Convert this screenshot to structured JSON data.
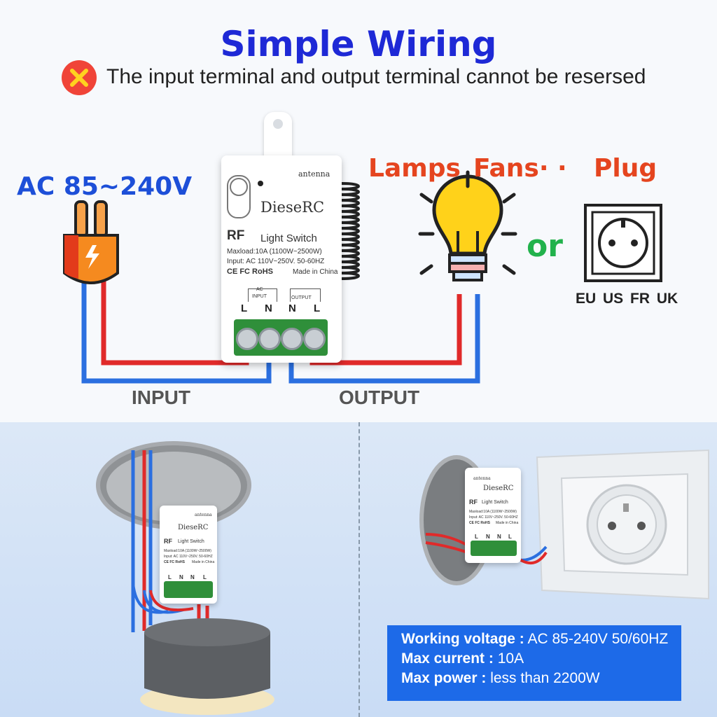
{
  "header": {
    "title": "Simple Wiring",
    "warning": "The input terminal and output terminal cannot be resersed",
    "warning_icon": "cross-icon"
  },
  "power_source": {
    "label": "AC 85~240V",
    "icon": "plug-icon"
  },
  "loads": {
    "lamps": "Lamps",
    "fans": "Fans· ·",
    "plug": "Plug",
    "or": "or",
    "regions": "EU US FR UK"
  },
  "device": {
    "brand": "DieseRC",
    "antenna": "antenna",
    "rf": "RF",
    "type": "Light Switch",
    "maxload": "Maxload:10A (1100W~2500W)",
    "input_spec": "Input: AC 110V~250V. 50-60HZ",
    "certs": "CE FC RoHS",
    "made_in": "Made in China",
    "input_label": "INPUT",
    "ac_label": "AC",
    "output_label": "OUTPUT",
    "terminals": [
      "L",
      "N",
      "N",
      "L"
    ]
  },
  "wiring": {
    "input": "INPUT",
    "output": "OUTPUT"
  },
  "mini_device": {
    "brand": "DieseRC",
    "antenna": "antenna",
    "rf": "RF",
    "type": "Light Switch",
    "maxload": "Maxload:10A (1100W~2500W)",
    "input_spec": "Input: AC 110V~250V. 50-60HZ",
    "certs": "CE FC RoHS",
    "made_in": "Made in China",
    "terminals": [
      "L",
      "N",
      "N",
      "L"
    ]
  },
  "specs": [
    {
      "label": "Working voltage :",
      "value": " AC 85-240V 50/60HZ"
    },
    {
      "label": "Max current :",
      "value": " 10A"
    },
    {
      "label": "Max power :",
      "value": " less than 2200W"
    }
  ],
  "colors": {
    "title": "#1e29d6",
    "live_wire": "#e02a2a",
    "neutral_wire": "#2b6fe0",
    "spec_box": "#1d6ae8",
    "load_labels": "#e5451f",
    "or": "#22b24c"
  }
}
